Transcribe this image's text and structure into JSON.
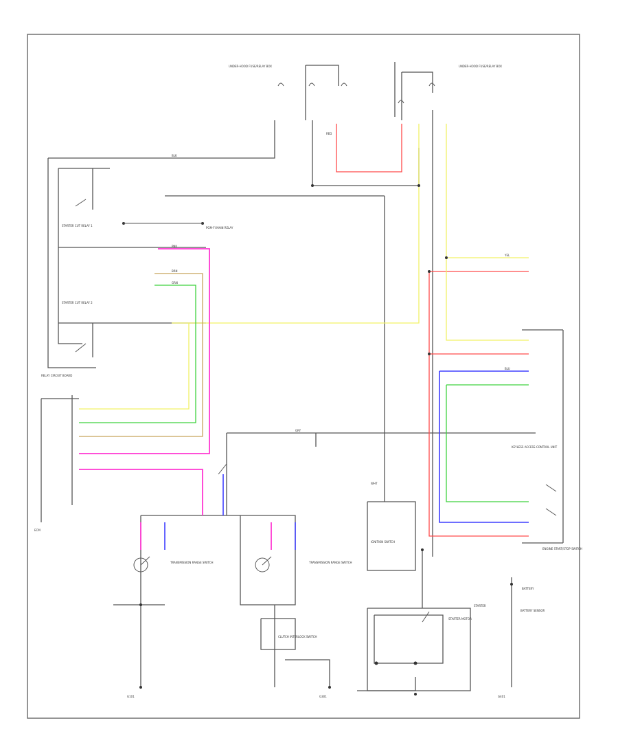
{
  "diagram": {
    "labels": {
      "relay_circuit_board": "RELAY CIRCUIT BOARD",
      "battery": "BATTERY",
      "starter": "STARTER",
      "starter_motor": "STARTER MOTOR",
      "ecm": "ECM",
      "pgm_fi_main_relay": "PGM-FI MAIN RELAY",
      "starter_cut_relay_1": "STARTER CUT RELAY 1",
      "starter_cut_relay_2": "STARTER CUT RELAY 2",
      "underhood_fuse_box_left": "UNDER-HOOD FUSE/RELAY BOX",
      "underhood_fuse_box_right": "UNDER-HOOD FUSE/RELAY BOX",
      "transmission_range_switch_a": "TRANSMISSION RANGE SWITCH",
      "transmission_range_switch_b": "TRANSMISSION RANGE SWITCH",
      "clutch_interlock_switch": "CLUTCH INTERLOCK SWITCH",
      "ignition_switch": "IGNITION SWITCH",
      "battery_sensor": "BATTERY SENSOR",
      "keyless_access_control_unit": "KEYLESS ACCESS CONTROL UNIT",
      "engine_start_stop_switch": "ENGINE START/STOP SWITCH",
      "g101": "G101",
      "g301": "G301",
      "g401": "G401"
    },
    "wire_colors": {
      "black": "#333333",
      "red": "#ff4a4a",
      "yellow": "#f2f266",
      "green": "#3fd23f",
      "pink": "#ff38d2",
      "blue": "#3f3fff",
      "brown": "#c7a35a",
      "white": "#cccccc"
    },
    "wire_codes": [
      "BLK",
      "RED",
      "YEL",
      "GRN",
      "PNK",
      "BLU",
      "BRN",
      "WHT",
      "GRY"
    ]
  }
}
